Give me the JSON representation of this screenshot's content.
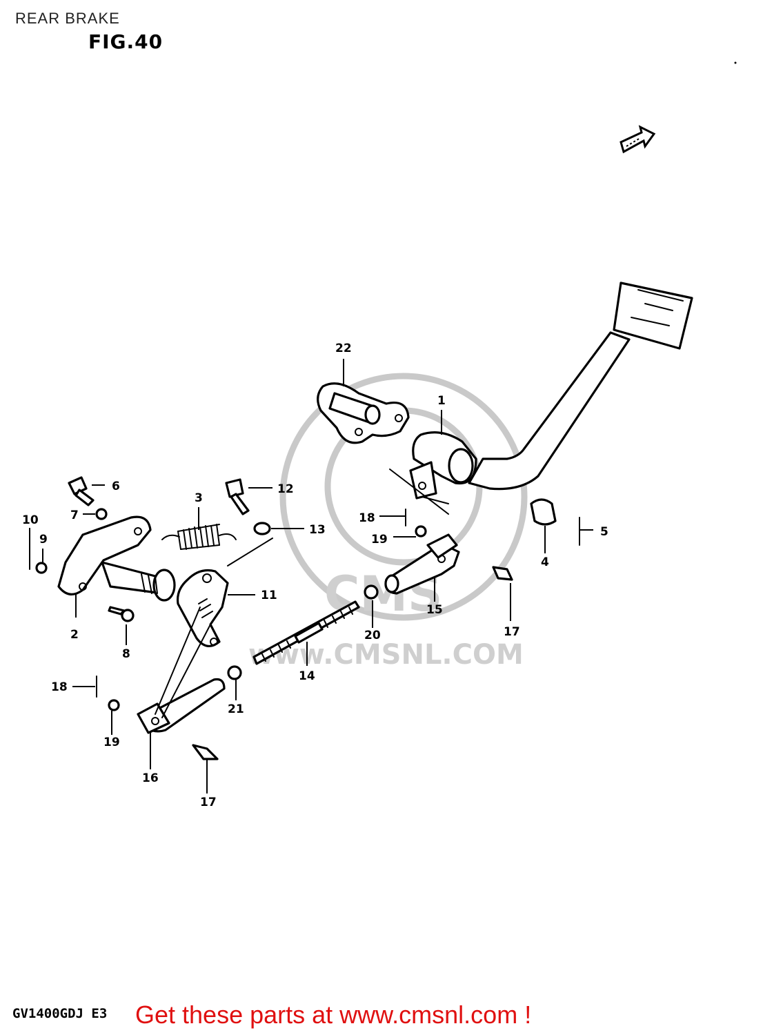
{
  "header": {
    "title": "REAR BRAKE",
    "figure": "FIG.40"
  },
  "watermark": {
    "text": "www.CMSNL.COM",
    "logo": "CMS"
  },
  "footer": {
    "model_code": "GV1400GDJ E3",
    "cta": "Get these parts at www.cmsnl.com !",
    "cta_color": "#e01010"
  },
  "icons": {
    "direction": "front-arrow-icon"
  },
  "callouts": {
    "c1": "1",
    "c2": "2",
    "c3": "3",
    "c4": "4",
    "c5": "5",
    "c6": "6",
    "c7": "7",
    "c8": "8",
    "c9": "9",
    "c10": "10",
    "c11": "11",
    "c12": "12",
    "c13": "13",
    "c14": "14",
    "c15": "15",
    "c16": "16",
    "c17a": "17",
    "c17b": "17",
    "c18a": "18",
    "c18b": "18",
    "c19a": "19",
    "c19b": "19",
    "c20": "20",
    "c21": "21",
    "c22": "22"
  }
}
